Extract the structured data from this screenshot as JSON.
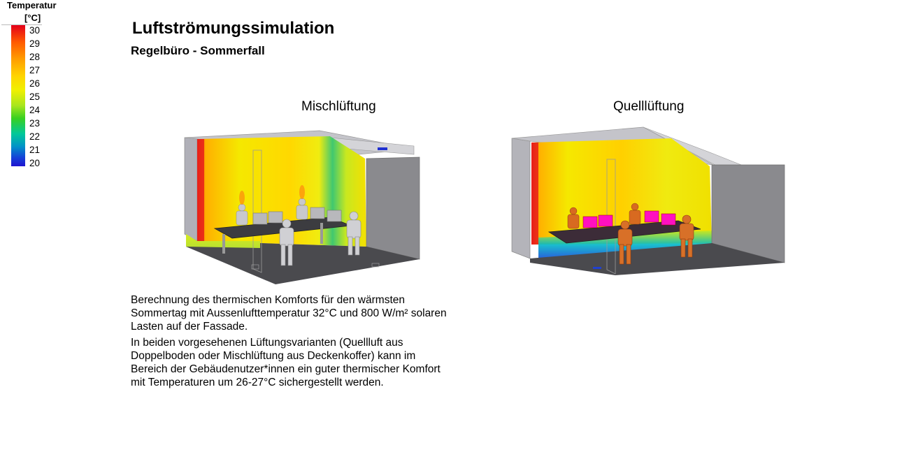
{
  "header": {
    "title": "Luftströmungssimulation",
    "subtitle": "Regelbüro - Sommerfall"
  },
  "legend": {
    "title": "Temperatur",
    "unit": "[°C]",
    "ticks": [
      "30",
      "29",
      "28",
      "27",
      "26",
      "25",
      "24",
      "23",
      "22",
      "21",
      "20"
    ],
    "colors": {
      "max": "#e4001a",
      "mid": "#f0f000",
      "min": "#1f14d0"
    }
  },
  "simulations": [
    {
      "label": "Mischlüftung"
    },
    {
      "label": "Quelllüftung"
    }
  ],
  "description": {
    "paragraph1": "Berechnung des thermischen Komforts für den wärmsten Sommertag mit Aussenlufttemperatur 32°C und 800 W/m² solaren Lasten auf der Fassade.",
    "paragraph2": "In beiden vorgesehenen Lüftungsvarianten (Quellluft aus Doppelboden oder Mischlüftung aus Deckenkoffer) kann im Bereich der Gebäudenutzer*innen ein guter thermischer Komfort mit Temperaturen um 26-27°C sichergestellt werden."
  }
}
